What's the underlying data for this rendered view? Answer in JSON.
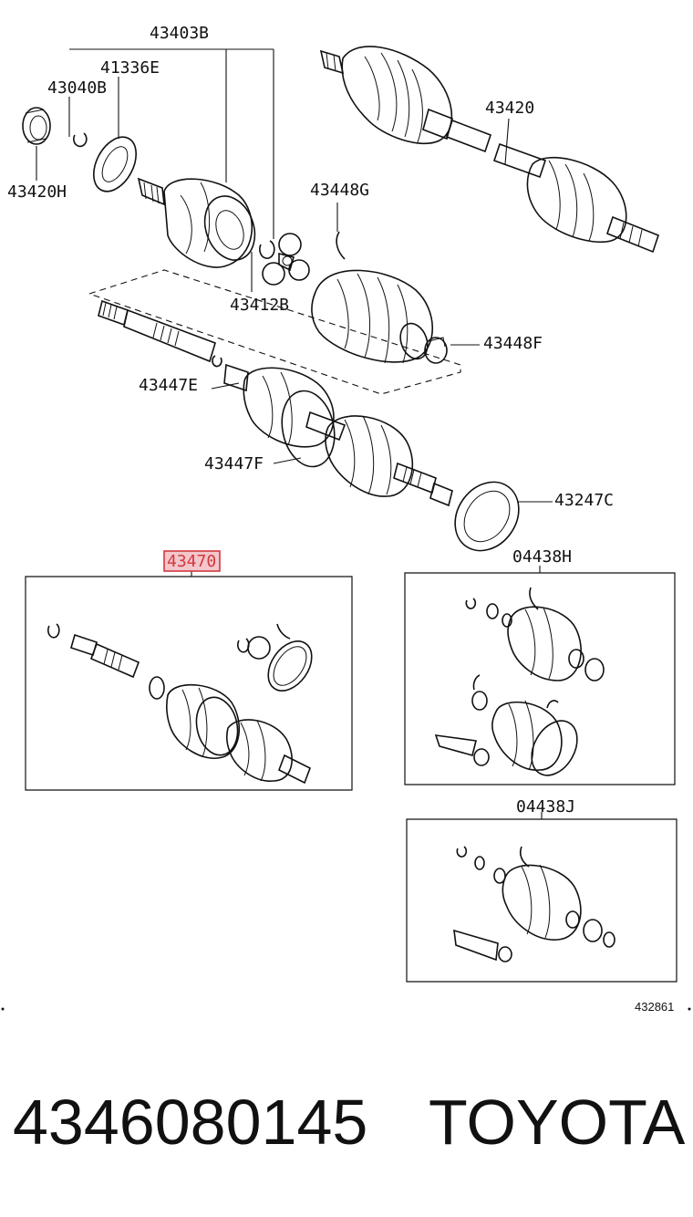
{
  "diagram": {
    "callouts": {
      "c43403B": "43403B",
      "c41336E": "41336E",
      "c43040B": "43040B",
      "c43420H": "43420H",
      "c43420": "43420",
      "c43448G": "43448G",
      "c43412B": "43412B",
      "c43448F": "43448F",
      "c43447E": "43447E",
      "c43447F": "43447F",
      "c43247C": "43247C",
      "c43470": "43470",
      "c04438H": "04438H",
      "c04438J": "04438J"
    },
    "highlighted_callout": "43470",
    "highlight_color": "#d0393e",
    "figure_reference": "432861"
  },
  "caption": {
    "part_number": "4346080145",
    "brand": "TOYOTA"
  }
}
